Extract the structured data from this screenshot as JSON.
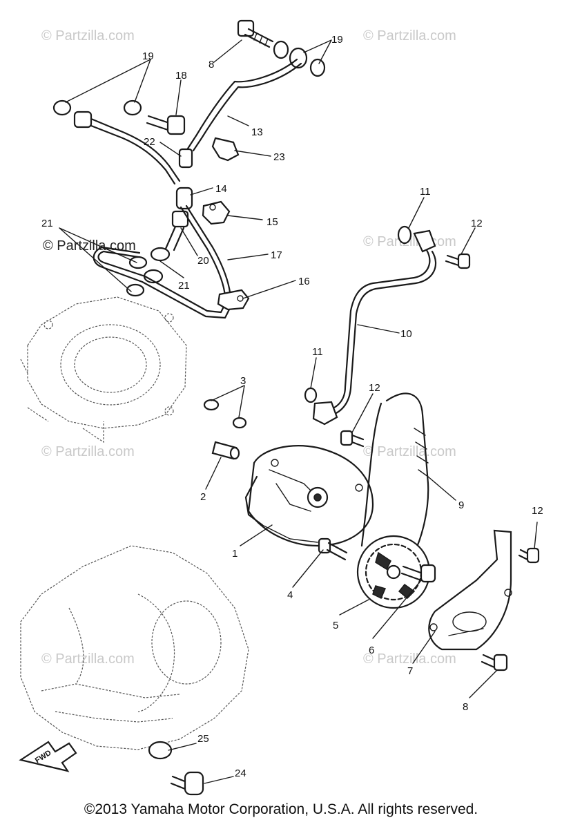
{
  "watermarks": {
    "w1": "© Partzilla.com",
    "w2": "© Partzilla.com",
    "w3": "© Partzilla.com",
    "w4": "© Partzilla.com",
    "w5": "© Partzilla.com",
    "w6": "© Partzilla.com",
    "w7": "© Partzilla.com",
    "w8": "© Partzilla.com",
    "dark": "© Partzilla.com"
  },
  "callouts": {
    "c1": "1",
    "c2": "2",
    "c3": "3",
    "c4": "4",
    "c5": "5",
    "c6": "6",
    "c7": "7",
    "c8a": "8",
    "c8b": "8",
    "c9": "9",
    "c10": "10",
    "c11a": "11",
    "c11b": "11",
    "c12a": "12",
    "c12b": "12",
    "c12c": "12",
    "c13": "13",
    "c14": "14",
    "c15": "15",
    "c16": "16",
    "c17": "17",
    "c18": "18",
    "c19a": "19",
    "c19b": "19",
    "c20": "20",
    "c21a": "21",
    "c21b": "21",
    "c22": "22",
    "c23": "23",
    "c24": "24",
    "c25": "25"
  },
  "fwd_label": "FWD",
  "copyright": "©2013  Yamaha Motor Corporation, U.S.A. All rights reserved."
}
